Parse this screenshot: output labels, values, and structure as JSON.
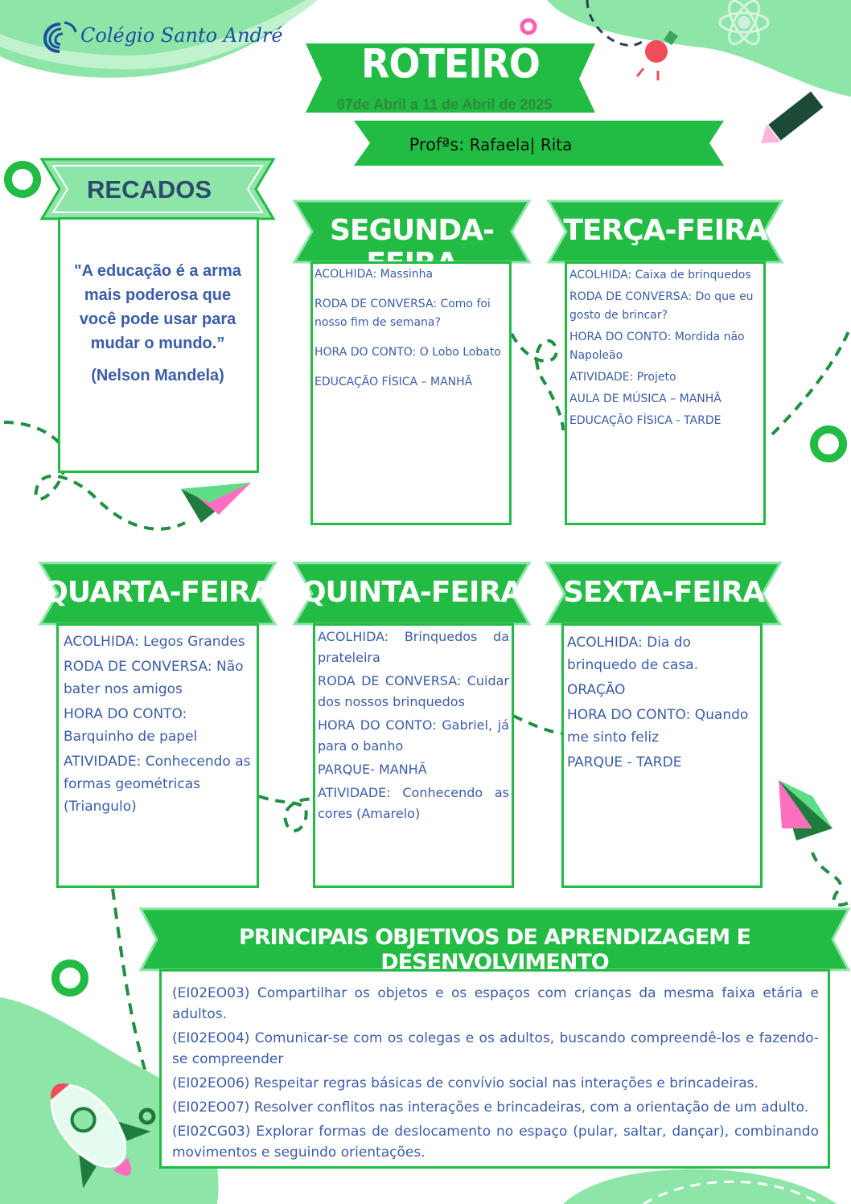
{
  "header": {
    "school_name": "Colégio Santo André",
    "title": "ROTEIRO",
    "dates": "07de Abril a 11 de Abril de 2025",
    "teachers_label": "Profªs:",
    "teachers_names": "Rafaela| Rita"
  },
  "recados": {
    "title": "RECADOS",
    "quote": "\"A educação é a arma mais poderosa que você pode usar para mudar o mundo.”",
    "author": "(Nelson Mandela)"
  },
  "days": {
    "segunda": {
      "title": "SEGUNDA-FEIRA",
      "items": [
        "ACOLHIDA: Massinha",
        "RODA DE CONVERSA: Como foi nosso fim de semana?",
        "HORA DO CONTO: O Lobo Lobato",
        "EDUCAÇÃO FÍSICA – MANHÃ"
      ]
    },
    "terca": {
      "title": "TERÇA-FEIRA",
      "items": [
        "ACOLHIDA: Caixa de brinquedos",
        "RODA DE CONVERSA: Do que eu gosto de brincar?",
        "HORA DO CONTO: Mordida não Napoleão",
        "ATIVIDADE: Projeto",
        "AULA DE MÚSICA – MANHÃ",
        "EDUCAÇÃO FÍSICA - TARDE"
      ]
    },
    "quarta": {
      "title": "QUARTA-FEIRA",
      "items": [
        "ACOLHIDA: Legos Grandes",
        "RODA DE CONVERSA: Não bater nos amigos",
        "HORA DO CONTO: Barquinho de papel",
        "ATIVIDADE: Conhecendo as formas geométricas (Triangulo)"
      ]
    },
    "quinta": {
      "title": "QUINTA-FEIRA",
      "items": [
        "ACOLHIDA: Brinquedos da prateleira",
        "RODA DE CONVERSA: Cuidar dos nossos brinquedos",
        "HORA DO CONTO: Gabriel, já para o banho",
        "PARQUE- MANHÃ",
        "ATIVIDADE: Conhecendo as cores (Amarelo)"
      ]
    },
    "sexta": {
      "title": "SEXTA-FEIRA",
      "items": [
        "ACOLHIDA: Dia do brinquedo de casa.",
        "ORAÇÃO",
        "HORA DO CONTO: Quando me sinto feliz",
        "PARQUE - TARDE"
      ]
    }
  },
  "objectives": {
    "title": "PRINCIPAIS OBJETIVOS DE APRENDIZAGEM E DESENVOLVIMENTO",
    "items": [
      "(EI02EO03) Compartilhar os objetos e os espaços com crianças da mesma faixa etária e adultos.",
      "(EI02EO04) Comunicar-se com os colegas e os adultos, buscando compreendê-los e fazendo-se compreender",
      "(EI02EO06) Respeitar regras básicas de convívio social nas interações e brincadeiras.",
      "(EI02EO07) Resolver conflitos nas interações e brincadeiras, com a orientação de um adulto.",
      "(EI02CG03) Explorar formas de deslocamento no espaço (pular, saltar, dançar), combinando movimentos e seguindo orientações."
    ]
  },
  "colors": {
    "green": "#22bb44",
    "light_green": "#8ee5a8",
    "text_blue": "#3a5da8",
    "dark_green": "#1f7a3a",
    "pink": "#ff6fc0"
  }
}
